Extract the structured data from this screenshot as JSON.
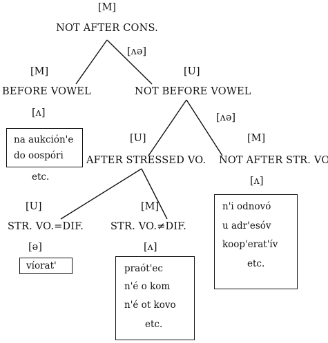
{
  "root": {
    "tag": "[M]",
    "label": "NOT AFTER CONS."
  },
  "edge_labels": {
    "root_right": "[ʌə]",
    "nbv_right": "[ʌə]"
  },
  "before_vowel": {
    "tag": "[M]",
    "label": "BEFORE VOWEL",
    "value": "[ʌ]",
    "examples": [
      "na aukción'e",
      "do oospóri"
    ],
    "etc": "etc."
  },
  "not_before_vowel": {
    "tag": "[U]",
    "label": "NOT BEFORE VOWEL"
  },
  "after_stressed": {
    "tag": "[U]",
    "label": "AFTER STRESSED VO."
  },
  "not_after_stressed": {
    "tag": "[M]",
    "label": "NOT AFTER STR. VO.",
    "value": "[ʌ]",
    "examples": [
      "n'i odnovó",
      "u adr'esóv",
      "koop'erat'ív"
    ],
    "etc": "etc."
  },
  "str_vo_eq_dif": {
    "tag": "[U]",
    "label": "STR. VO.=DIF.",
    "value": "[ə]",
    "examples": [
      "víorat'"
    ]
  },
  "str_vo_neq_dif": {
    "tag": "[M]",
    "label": "STR. VO.≠DIF.",
    "value": "[ʌ]",
    "examples": [
      "praót'ec",
      "n'é o kom",
      "n'é ot kovo"
    ],
    "etc": "etc."
  }
}
